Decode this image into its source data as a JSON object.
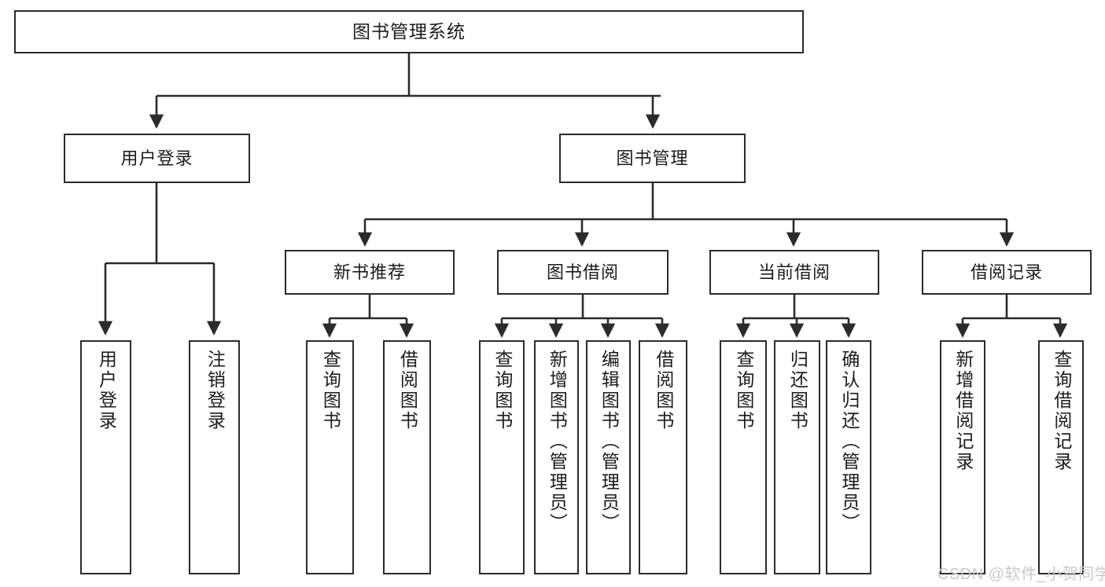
{
  "diagram": {
    "title": "图书管理系统",
    "type": "functional-structure-tree",
    "orientation": "top-down",
    "box_fill": "#ffffff",
    "box_stroke": "#2b2b2b",
    "text_color": "#1c1c1c",
    "connector_color": "#2b2b2b"
  },
  "watermark": {
    "text": "CSDN @软件_小贺同学",
    "color": "#c9c9c9"
  },
  "nodes": {
    "root": {
      "label": "图书管理系统"
    },
    "level2": [
      {
        "id": "user-login",
        "label": "用户登录"
      },
      {
        "id": "book-management",
        "label": "图书管理"
      }
    ],
    "level3": [
      {
        "id": "new-book-recommend",
        "label": "新书推荐"
      },
      {
        "id": "book-borrow",
        "label": "图书借阅"
      },
      {
        "id": "current-borrow",
        "label": "当前借阅"
      },
      {
        "id": "borrow-record",
        "label": "借阅记录"
      }
    ],
    "leaves": {
      "user_login": [
        {
          "id": "leaf-user-login",
          "label": "用户登录"
        },
        {
          "id": "leaf-logout-login",
          "label": "注销登录"
        }
      ],
      "new_book_recommend": [
        {
          "id": "leaf-query-book-1",
          "label": "查询图书"
        },
        {
          "id": "leaf-borrow-book-1",
          "label": "借阅图书"
        }
      ],
      "book_borrow": [
        {
          "id": "leaf-query-book-2",
          "label": "查询图书"
        },
        {
          "id": "leaf-add-book",
          "label": "新增图书（管理员）"
        },
        {
          "id": "leaf-edit-book",
          "label": "编辑图书（管理员）"
        },
        {
          "id": "leaf-borrow-book-2",
          "label": "借阅图书"
        }
      ],
      "current_borrow": [
        {
          "id": "leaf-query-book-3",
          "label": "查询图书"
        },
        {
          "id": "leaf-return-book",
          "label": "归还图书"
        },
        {
          "id": "leaf-confirm-return",
          "label": "确认归还（管理员）"
        }
      ],
      "borrow_record": [
        {
          "id": "leaf-add-borrow-record",
          "label": "新增借阅记录"
        },
        {
          "id": "leaf-query-borrow-record",
          "label": "查询借阅记录"
        }
      ]
    }
  }
}
